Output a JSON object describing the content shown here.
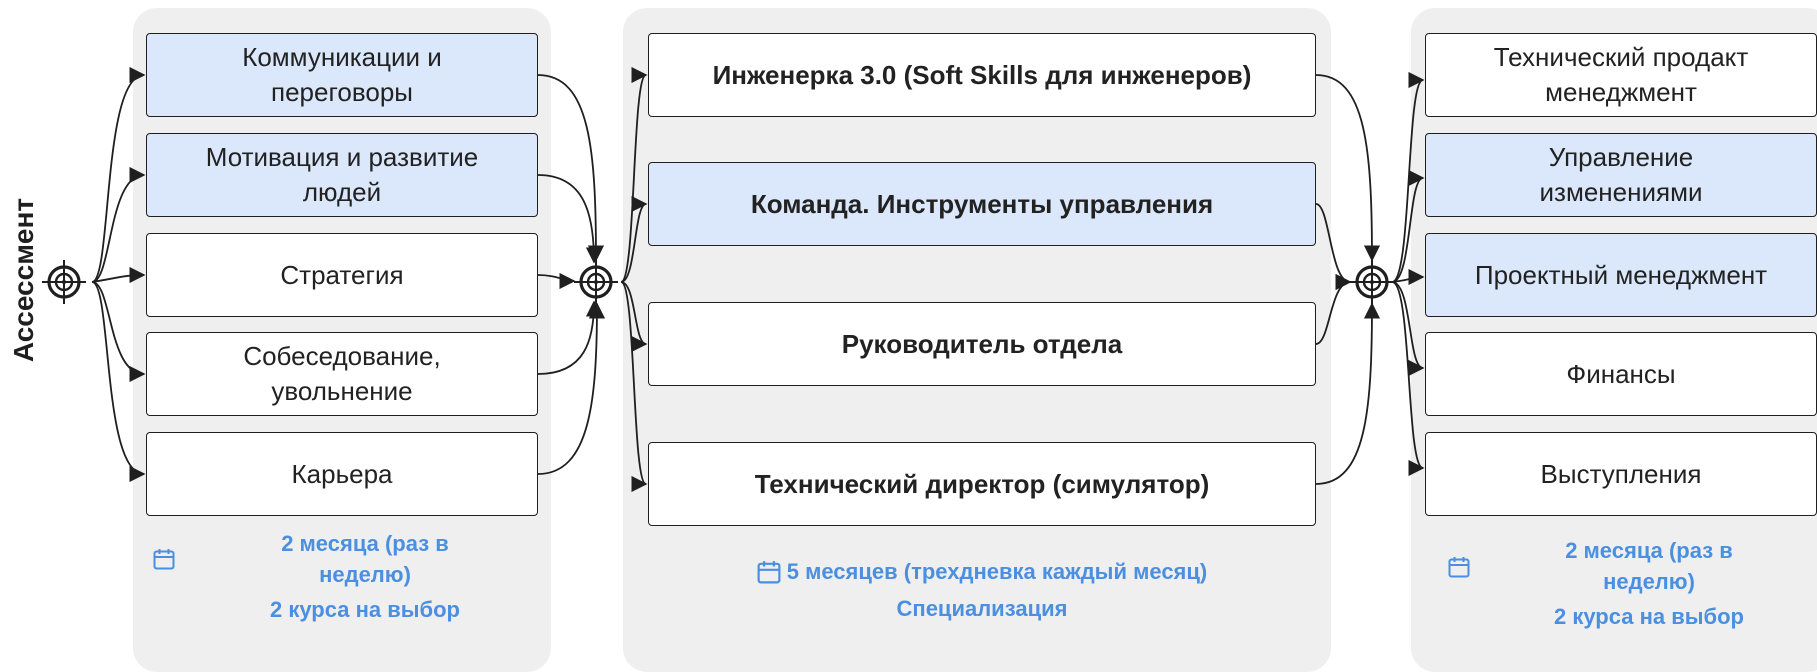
{
  "side_label": "Ассессмент",
  "column1": {
    "boxes": [
      {
        "text": "Коммуникации и\nпереговоры",
        "blue": true
      },
      {
        "text": "Мотивация и развитие\nлюдей",
        "blue": true
      },
      {
        "text": "Стратегия",
        "blue": false
      },
      {
        "text": "Собеседование,\nувольнение",
        "blue": false
      },
      {
        "text": "Карьера",
        "blue": false
      }
    ],
    "note_line1": "2 месяца (раз в",
    "note_line2": "неделю)",
    "note_line3": "2 курса на выбор"
  },
  "column2": {
    "boxes": [
      {
        "text": "Инженерка 3.0 (Soft Skills для инженеров)",
        "blue": false
      },
      {
        "text": "Команда. Инструменты управления",
        "blue": true
      },
      {
        "text": "Руководитель отдела",
        "blue": false
      },
      {
        "text": "Технический директор (симулятор)",
        "blue": false
      }
    ],
    "note_line1": "5 месяцев (трехдневка каждый месяц)",
    "note_line2": "Специализация"
  },
  "column3": {
    "boxes": [
      {
        "text": "Технический продакт\nменеджмент",
        "blue": false
      },
      {
        "text": "Управление\nизменениями",
        "blue": true
      },
      {
        "text": "Проектный менеджмент",
        "blue": true
      },
      {
        "text": "Финансы",
        "blue": false
      },
      {
        "text": "Выступления",
        "blue": false
      }
    ],
    "note_line1": "2 месяца (раз в",
    "note_line2": "неделю)",
    "note_line3": "2 курса на выбор"
  },
  "colors": {
    "panel": "#efefef",
    "box_blue": "#dbe7fb",
    "accent_text": "#4a8fe0",
    "stroke": "#1f1f1f"
  },
  "icons": [
    "target-icon",
    "calendar-icon",
    "arrow-icon"
  ]
}
